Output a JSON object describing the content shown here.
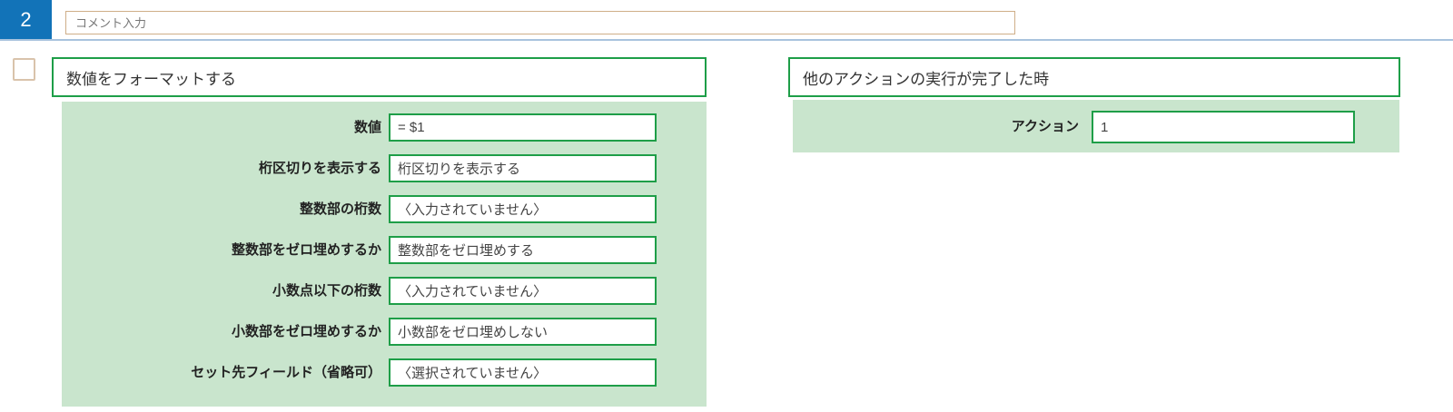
{
  "step": {
    "number": "2"
  },
  "comment": {
    "placeholder": "コメント入力"
  },
  "action_card": {
    "title": "数値をフォーマットする",
    "rows": [
      {
        "label": "数値",
        "value": "= $1"
      },
      {
        "label": "桁区切りを表示する",
        "value": "桁区切りを表示する"
      },
      {
        "label": "整数部の桁数",
        "value": "〈入力されていません〉"
      },
      {
        "label": "整数部をゼロ埋めするか",
        "value": "整数部をゼロ埋めする"
      },
      {
        "label": "小数点以下の桁数",
        "value": "〈入力されていません〉"
      },
      {
        "label": "小数部をゼロ埋めするか",
        "value": "小数部をゼロ埋めしない"
      },
      {
        "label": "セット先フィールド（省略可）",
        "value": "〈選択されていません〉"
      }
    ]
  },
  "trigger_card": {
    "title": "他のアクションの実行が完了した時",
    "rows": [
      {
        "label": "アクション",
        "value": "1"
      }
    ]
  },
  "colors": {
    "step_badge_blue": "#1273b8",
    "divider_blue": "#a9c3de",
    "comment_border_tan": "#cfae88",
    "accent_green": "#1e9e48",
    "panel_green": "#c9e5cd"
  }
}
